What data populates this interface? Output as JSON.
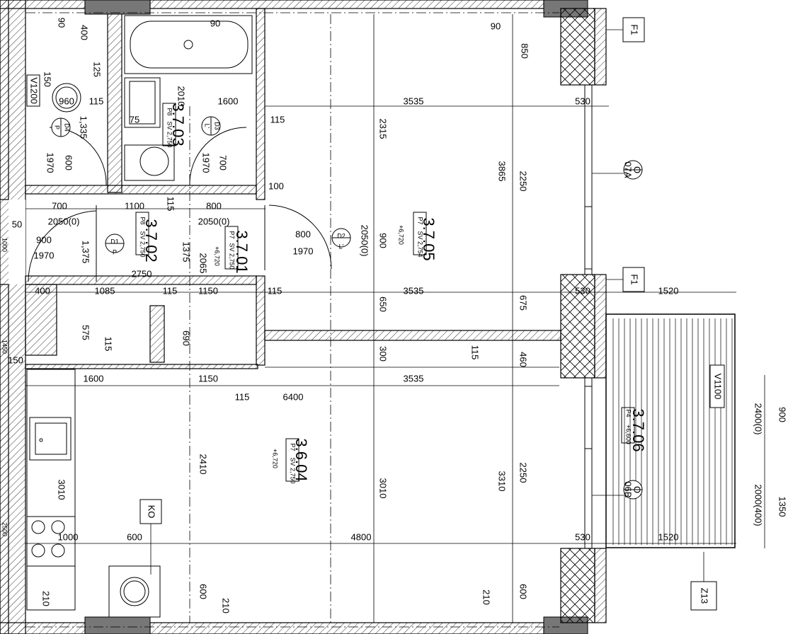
{
  "rooms": {
    "r1": "3.7.03",
    "r2": "3.7.02",
    "r3": "3.7.01",
    "r4": "3.7.05",
    "r5": "3.6.04",
    "r6": "3.7.06"
  },
  "floor_tags": {
    "p8a": "P8",
    "sv2750": "SV 2,750",
    "p7": "P7",
    "sv2754": "SV 2,754",
    "h6720": "+6,720",
    "p4": "P4",
    "h6600": "+6,600"
  },
  "doors": {
    "d1": "D1",
    "d1b": "P",
    "d2": "D2",
    "d2b": "L'",
    "d3": "D3",
    "d3b": "L'",
    "d4": "D4",
    "d4b": "P"
  },
  "windows": {
    "o7a_1": "O",
    "o7a_2": "07A",
    "o6b_1": "O",
    "o6b_2": "06B"
  },
  "tags": {
    "f1": "F1",
    "f1b": "F1",
    "z13": "Z13",
    "ko": "KO",
    "v1100": "V1100",
    "v1200": "V1200"
  },
  "dims": {
    "d90a": "90",
    "d400a": "400",
    "d90b": "90",
    "d90c": "90",
    "d850": "850",
    "d125": "125",
    "d150a": "150",
    "d960": "960",
    "d115a": "115",
    "d2010": "2010",
    "d1600a": "1600",
    "d3535a": "3535",
    "d530a": "530",
    "d75": "75",
    "d115b": "115",
    "d1335": "1,335",
    "d2315": "2315",
    "d3865": "3865",
    "d2250a": "2250",
    "d1970a": "1970",
    "d600a": "600",
    "d1970b": "1970",
    "d700a": "700",
    "d100": "100",
    "d700b": "700",
    "d1100": "1100",
    "d115c": "115",
    "d800a": "800",
    "d2050a": "2050(0)",
    "d2050b": "2050(0)",
    "d50": "50",
    "d900a": "900",
    "d1970c": "1970",
    "d1375a": "1,375",
    "d1375b": "1375",
    "d2065": "2065",
    "d800b": "800",
    "d1970d": "1970",
    "d2050c": "2050(0)",
    "d900b": "900",
    "d2750": "2750",
    "d400b": "400",
    "d1085": "1085",
    "d115d": "115",
    "d1150a": "1150",
    "d115e": "115",
    "d3535b": "3535",
    "d530b": "530",
    "d1520a": "1520",
    "d650": "650",
    "d675": "675",
    "d575": "575",
    "d115f": "115",
    "d690": "690",
    "d300": "300",
    "d115g": "115",
    "d460": "460",
    "d150b": "150",
    "d1600b": "1600",
    "d1150b": "1150",
    "d3535c": "3535",
    "d115h": "115",
    "d6400": "6400",
    "d900c": "900",
    "d2400": "2400(0)",
    "d2410": "2410",
    "d3010a": "3010",
    "d3010b": "3010",
    "d3310": "3310",
    "d2250b": "2250",
    "d2000": "2000(400)",
    "d1350": "1350",
    "d1000": "1000",
    "d600b": "600",
    "d4800": "4800",
    "d530c": "530",
    "d1520b": "1520",
    "d210a": "210",
    "d600c": "600",
    "d210b": "210",
    "d210c": "210",
    "d600d": "600",
    "e1000": "1000",
    "e1450": "1450",
    "e2500": "2500"
  }
}
